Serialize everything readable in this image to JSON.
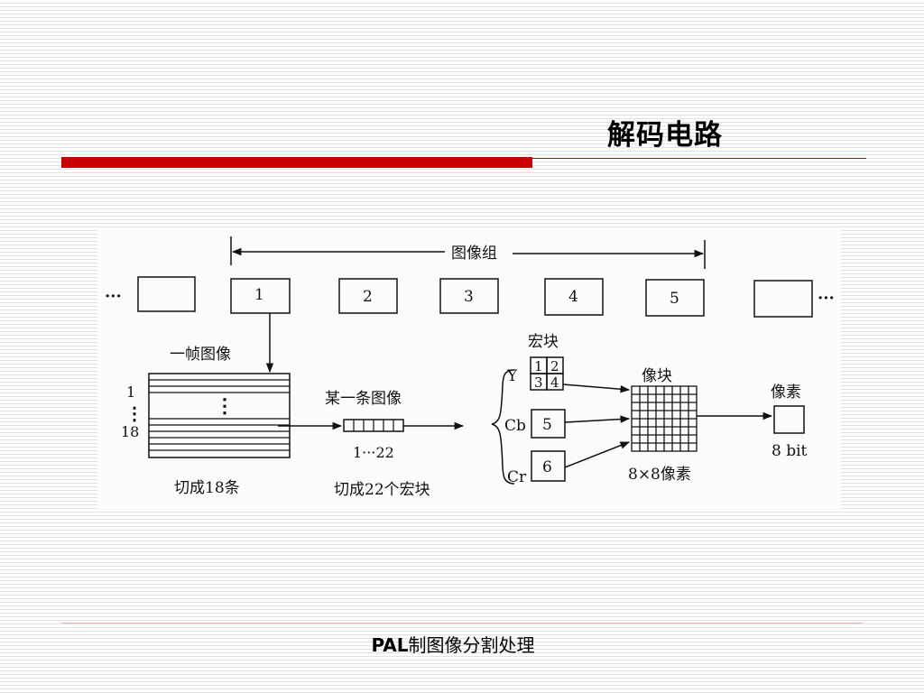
{
  "title": "解码电路",
  "footer": {
    "prefix": "PAL",
    "text": "制图像分割处理"
  },
  "diagram": {
    "gop_label": "图像组",
    "ellipsis": "···",
    "frames": [
      "1",
      "2",
      "3",
      "4",
      "5"
    ],
    "frame_label": "一帧图像",
    "row_start": "1",
    "row_end": "18",
    "vdots": "⋮",
    "frame_caption": "切成18条",
    "strip_label": "某一条图像",
    "strip_range": "1···22",
    "strip_caption": "切成22个宏块",
    "macroblock_label": "宏块",
    "y_label": "Y",
    "y_blocks": [
      "1",
      "2",
      "3",
      "4"
    ],
    "cb_label": "Cb",
    "cb_block": "5",
    "cr_label": "Cr",
    "cr_block": "6",
    "block_label": "像块",
    "block_caption": "8×8像素",
    "pixel_label": "像素",
    "pixel_caption": "8 bit"
  }
}
